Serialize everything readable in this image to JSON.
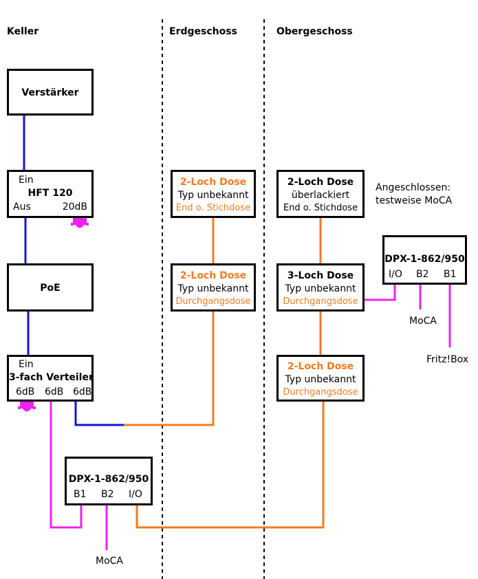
{
  "columns": [
    "Keller",
    "Erdgeschoss",
    "Obergeschoss"
  ],
  "colors": {
    "blue": "#1414d8",
    "orange": "#f47a1f",
    "magenta": "#ee22ee",
    "black": "#000000"
  },
  "keller": {
    "verstaerker": "Verstärker",
    "hft": {
      "in": "Ein",
      "title": "HFT 120",
      "out": "Aus",
      "gain": "20dB"
    },
    "poe": "PoE",
    "verteiler": {
      "in": "Ein",
      "title": "3-fach Verteiler",
      "outs": [
        "6dB",
        "6dB",
        "6dB"
      ]
    },
    "dpx": {
      "title": "DPX-1-862/950",
      "ports": [
        "B1",
        "B2",
        "I/O"
      ],
      "label": "MoCA"
    }
  },
  "erdgeschoss": {
    "dose1": {
      "title": "2-Loch Dose",
      "type": "Typ unbekannt",
      "kind": "End o. Stichdose"
    },
    "dose2": {
      "title": "2-Loch Dose",
      "type": "Typ unbekannt",
      "kind": "Durchgangsdose"
    }
  },
  "obergeschoss": {
    "dose1": {
      "title": "2-Loch Dose",
      "type": "überlackiert",
      "kind": "End o. Stichdose"
    },
    "note": [
      "Angeschlossen:",
      "testweise MoCA"
    ],
    "dose2": {
      "title": "3-Loch Dose",
      "type": "Typ unbekannt",
      "kind": "Durchgangsdose"
    },
    "dpx": {
      "title": "DPX-1-862/950",
      "ports": [
        "I/O",
        "B2",
        "B1"
      ],
      "label_moca": "MoCA",
      "label_fritz": "Fritz!Box"
    },
    "dose3": {
      "title": "2-Loch Dose",
      "type": "Typ unbekannt",
      "kind": "Durchgangsdose"
    }
  }
}
